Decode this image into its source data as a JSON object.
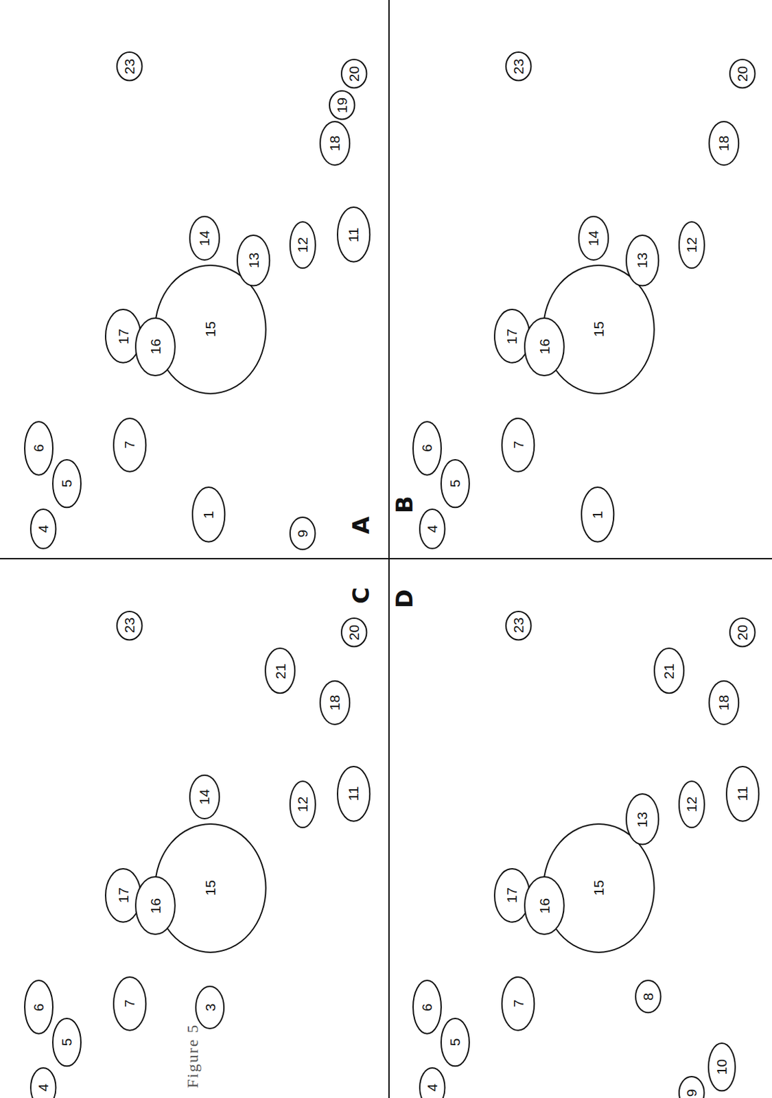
{
  "diagram": {
    "caption": "Figure 5",
    "nodes": [
      {
        "text": [
          "23"
        ]
      },
      {
        "text": [
          "6"
        ]
      },
      {
        "text": [
          "5"
        ]
      },
      {
        "text": [
          "4"
        ]
      },
      {
        "text": [
          "7"
        ]
      },
      {
        "text": [
          "17"
        ]
      },
      {
        "text": [
          "16"
        ]
      },
      {
        "text": [
          "15"
        ]
      },
      {
        "text": [
          "14"
        ]
      },
      {
        "text": [
          "13"
        ]
      },
      {
        "text": [
          "12"
        ]
      },
      {
        "text": [
          "11"
        ]
      },
      {
        "text": [
          "18"
        ]
      },
      {
        "text": [
          "19"
        ]
      },
      {
        "text": [
          "20"
        ]
      },
      {
        "text": [
          "1"
        ]
      },
      {
        "text": [
          "9"
        ]
      },
      {
        "text": [
          "23"
        ]
      },
      {
        "text": [
          "6"
        ]
      },
      {
        "text": [
          "5"
        ]
      },
      {
        "text": [
          "4"
        ]
      },
      {
        "text": [
          "7"
        ]
      },
      {
        "text": [
          "17"
        ]
      },
      {
        "text": [
          "16"
        ]
      },
      {
        "text": [
          "15"
        ]
      },
      {
        "text": [
          "14"
        ]
      },
      {
        "text": [
          "13"
        ]
      },
      {
        "text": [
          "12"
        ]
      },
      {
        "text": [
          "18"
        ]
      },
      {
        "text": [
          "20"
        ]
      },
      {
        "text": [
          "1"
        ]
      },
      {
        "text": [
          "23"
        ]
      },
      {
        "text": [
          "6"
        ]
      },
      {
        "text": [
          "5"
        ]
      },
      {
        "text": [
          "4"
        ]
      },
      {
        "text": [
          "7"
        ]
      },
      {
        "text": [
          "3"
        ]
      },
      {
        "text": [
          "17"
        ]
      },
      {
        "text": [
          "16"
        ]
      },
      {
        "text": [
          "15"
        ]
      },
      {
        "text": [
          "14"
        ]
      },
      {
        "text": [
          "12"
        ]
      },
      {
        "text": [
          "11"
        ]
      },
      {
        "text": [
          "21"
        ]
      },
      {
        "text": [
          "18"
        ]
      },
      {
        "text": [
          "20"
        ]
      },
      {
        "text": [
          "23"
        ]
      },
      {
        "text": [
          "6"
        ]
      },
      {
        "text": [
          "5"
        ]
      },
      {
        "text": [
          "4"
        ]
      },
      {
        "text": [
          "7"
        ]
      },
      {
        "text": [
          "8"
        ]
      },
      {
        "text": [
          "17"
        ]
      },
      {
        "text": [
          "16"
        ]
      },
      {
        "text": [
          "15"
        ]
      },
      {
        "text": [
          "13"
        ]
      },
      {
        "text": [
          "12"
        ]
      },
      {
        "text": [
          "11"
        ]
      },
      {
        "text": [
          "21"
        ]
      },
      {
        "text": [
          "18"
        ]
      },
      {
        "text": [
          "20"
        ]
      },
      {
        "text": [
          "9"
        ]
      },
      {
        "text": [
          "10"
        ]
      }
    ],
    "labels": [
      "A",
      "B",
      "C",
      "D"
    ]
  }
}
